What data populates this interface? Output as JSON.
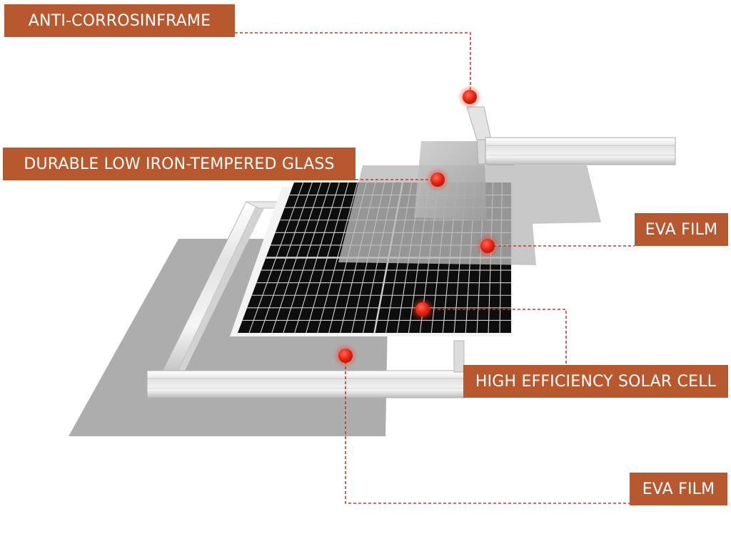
{
  "colors": {
    "label_bg": "#b8582e",
    "label_text": "#ffffff",
    "leader_line": "#c0392b",
    "marker": "#e8210f",
    "cell_dark": "#0d0d0d",
    "cell_grid": "#cfcfcf",
    "film_gray": "#a9a9a9",
    "glass_gray": "#b3b3b3",
    "frame_silver": "#e6e6e6"
  },
  "labels": {
    "frame": "ANTI-CORROSINFRAME",
    "glass": "DURABLE LOW IRON-TEMPERED GLASS",
    "eva_top": "EVA FILM",
    "solar_cell": "HIGH EFFICIENCY SOLAR CELL",
    "eva_bottom": "EVA FILM"
  }
}
